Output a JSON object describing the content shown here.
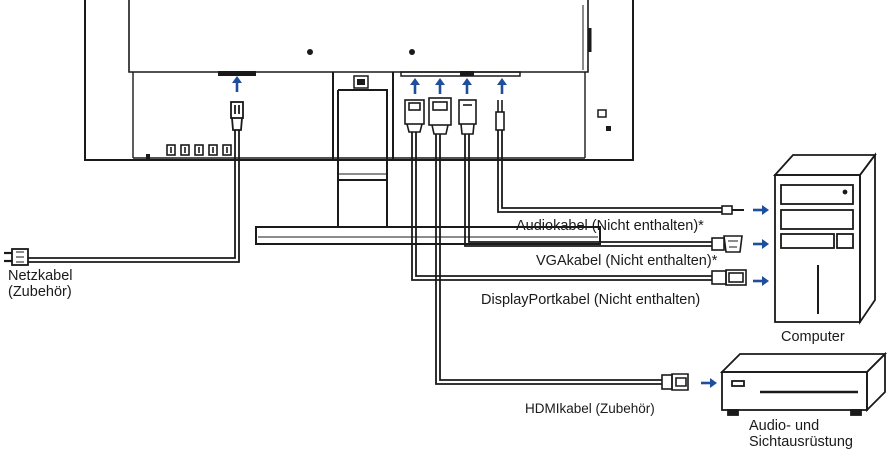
{
  "labels": {
    "power_cable": [
      "Netzkabel",
      "(Zubehör)"
    ],
    "audio_cable": "Audiokabel (Nicht enthalten)*",
    "vga_cable": "VGAkabel (Nicht enthalten)*",
    "displayport_cable": "DisplayPortkabel (Nicht enthalten)",
    "hdmi_cable": "HDMIkabel (Zubehör)",
    "computer": "Computer",
    "av_equipment": [
      "Audio- und",
      "Sichtausrüstung"
    ]
  },
  "colors": {
    "line": "#1a1a1a",
    "arrow": "#1f4e9c",
    "background": "#ffffff"
  }
}
